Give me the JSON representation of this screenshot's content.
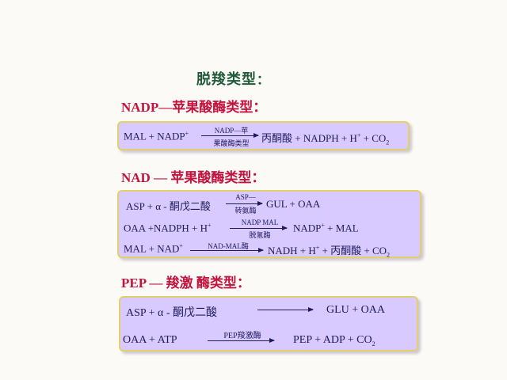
{
  "title": {
    "text": "脱羧类型",
    "colon": "："
  },
  "sections": [
    {
      "heading": "NADP—苹果酸酶类型：",
      "eq1": {
        "left": "MAL + NADP",
        "left_sup": "+",
        "arrow_top": "NADP—苹",
        "arrow_bottom": "果酸酶类型",
        "right_pre": "丙酮酸 + NADPH + H",
        "right_sup": "+",
        "right_mid": " + CO",
        "right_sub": "2"
      }
    },
    {
      "heading": "NAD — 苹果酸酶类型：",
      "eq1": {
        "left": "ASP + α - 酮戊二酸",
        "arrow_top": "ASP—",
        "arrow_bottom": "转氨酶",
        "right": "GUL + OAA"
      },
      "eq2": {
        "left": "OAA +NADPH + H",
        "left_sup": "+",
        "arrow_top": "NADP  MAL",
        "arrow_bottom": "脱氢酶",
        "right_pre": "NADP",
        "right_sup": "+",
        "right_post": " + MAL"
      },
      "eq3": {
        "left": "MAL + NAD",
        "left_sup": "+",
        "arrow_top": "NAD-MAL酶",
        "right_pre": "NADH + H",
        "right_sup": "+",
        "right_mid": "  +  丙酮酸  + CO",
        "right_sub": "2"
      }
    },
    {
      "heading": "PEP — 羧激 酶类型：",
      "eq1": {
        "left": "ASP  +  α - 酮戊二酸",
        "right": "GLU  +  OAA"
      },
      "eq2": {
        "left": "OAA  +  ATP",
        "arrow_top": "PEP羧激酶",
        "right_pre": "PEP + ADP + CO",
        "right_sub": "2"
      }
    }
  ],
  "colors": {
    "heading": "#c2143f",
    "title": "#1f5a3a",
    "box": "#d8c9ff",
    "box_border": "#e3d06a",
    "text": "#1e1a5c"
  }
}
